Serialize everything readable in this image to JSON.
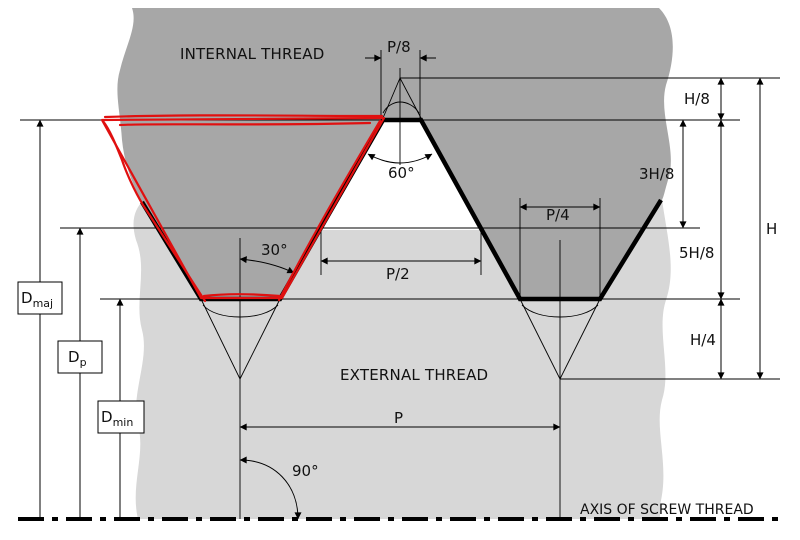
{
  "labels": {
    "internal_thread": "INTERNAL THREAD",
    "external_thread": "EXTERNAL THREAD",
    "axis": "AXIS OF SCREW THREAD",
    "p8": "P/8",
    "p4": "P/4",
    "p2": "P/2",
    "p": "P",
    "h8": "H/8",
    "h3_8": "3H/8",
    "h5_8": "5H/8",
    "h4": "H/4",
    "h": "H",
    "angle_60": "60°",
    "angle_30": "30°",
    "angle_90": "90°",
    "d_maj_main": "D",
    "d_maj_sub": "maj",
    "d_p_main": "D",
    "d_p_sub": "p",
    "d_min_main": "D",
    "d_min_sub": "min"
  },
  "colors": {
    "internal_fill": "#a7a7a7",
    "external_fill": "#d7d7d7",
    "annotation": "#e01010"
  }
}
